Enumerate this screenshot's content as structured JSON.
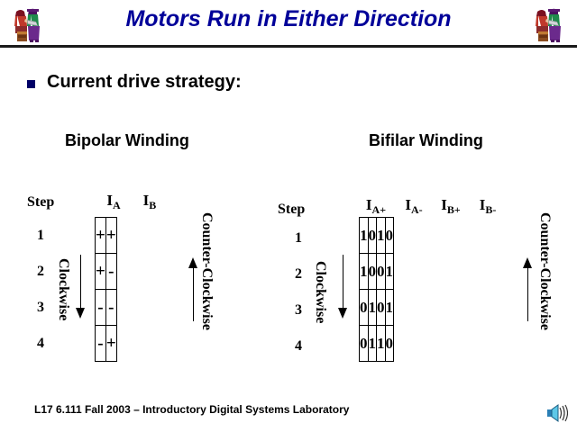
{
  "slide": {
    "title": "Motors Run in Either Direction",
    "title_color": "#000099",
    "bullet": {
      "icon": "square-bullet",
      "text": "Current drive strategy:",
      "color": "#000066"
    },
    "footer": "L17  6.111   Fall 2003 – Introductory Digital Systems Laboratory",
    "sound_icon": "speaker-icon",
    "clipart_left": "printers-clipart",
    "clipart_right": "printers-clipart"
  },
  "bipolar": {
    "heading": "Bipolar Winding",
    "step_label": "Step",
    "steps": [
      "1",
      "2",
      "3",
      "4"
    ],
    "columns": [
      {
        "base": "I",
        "sub": "A"
      },
      {
        "base": "I",
        "sub": "B"
      }
    ],
    "rows": [
      [
        "+",
        "+"
      ],
      [
        "+",
        "-"
      ],
      [
        "-",
        "-"
      ],
      [
        "-",
        "+"
      ]
    ],
    "direction_down": "Clockwise",
    "direction_up": "Counter-Clockwise"
  },
  "bifilar": {
    "heading": "Bifilar Winding",
    "step_label": "Step",
    "steps": [
      "1",
      "2",
      "3",
      "4"
    ],
    "columns": [
      {
        "base": "I",
        "sub": "A+"
      },
      {
        "base": "I",
        "sub": "A-"
      },
      {
        "base": "I",
        "sub": "B+"
      },
      {
        "base": "I",
        "sub": "B-"
      }
    ],
    "rows": [
      [
        "1",
        "0",
        "1",
        "0"
      ],
      [
        "1",
        "0",
        "0",
        "1"
      ],
      [
        "0",
        "1",
        "0",
        "1"
      ],
      [
        "0",
        "1",
        "1",
        "0"
      ]
    ],
    "direction_down": "Clockwise",
    "direction_up": "Counter-Clockwise"
  }
}
